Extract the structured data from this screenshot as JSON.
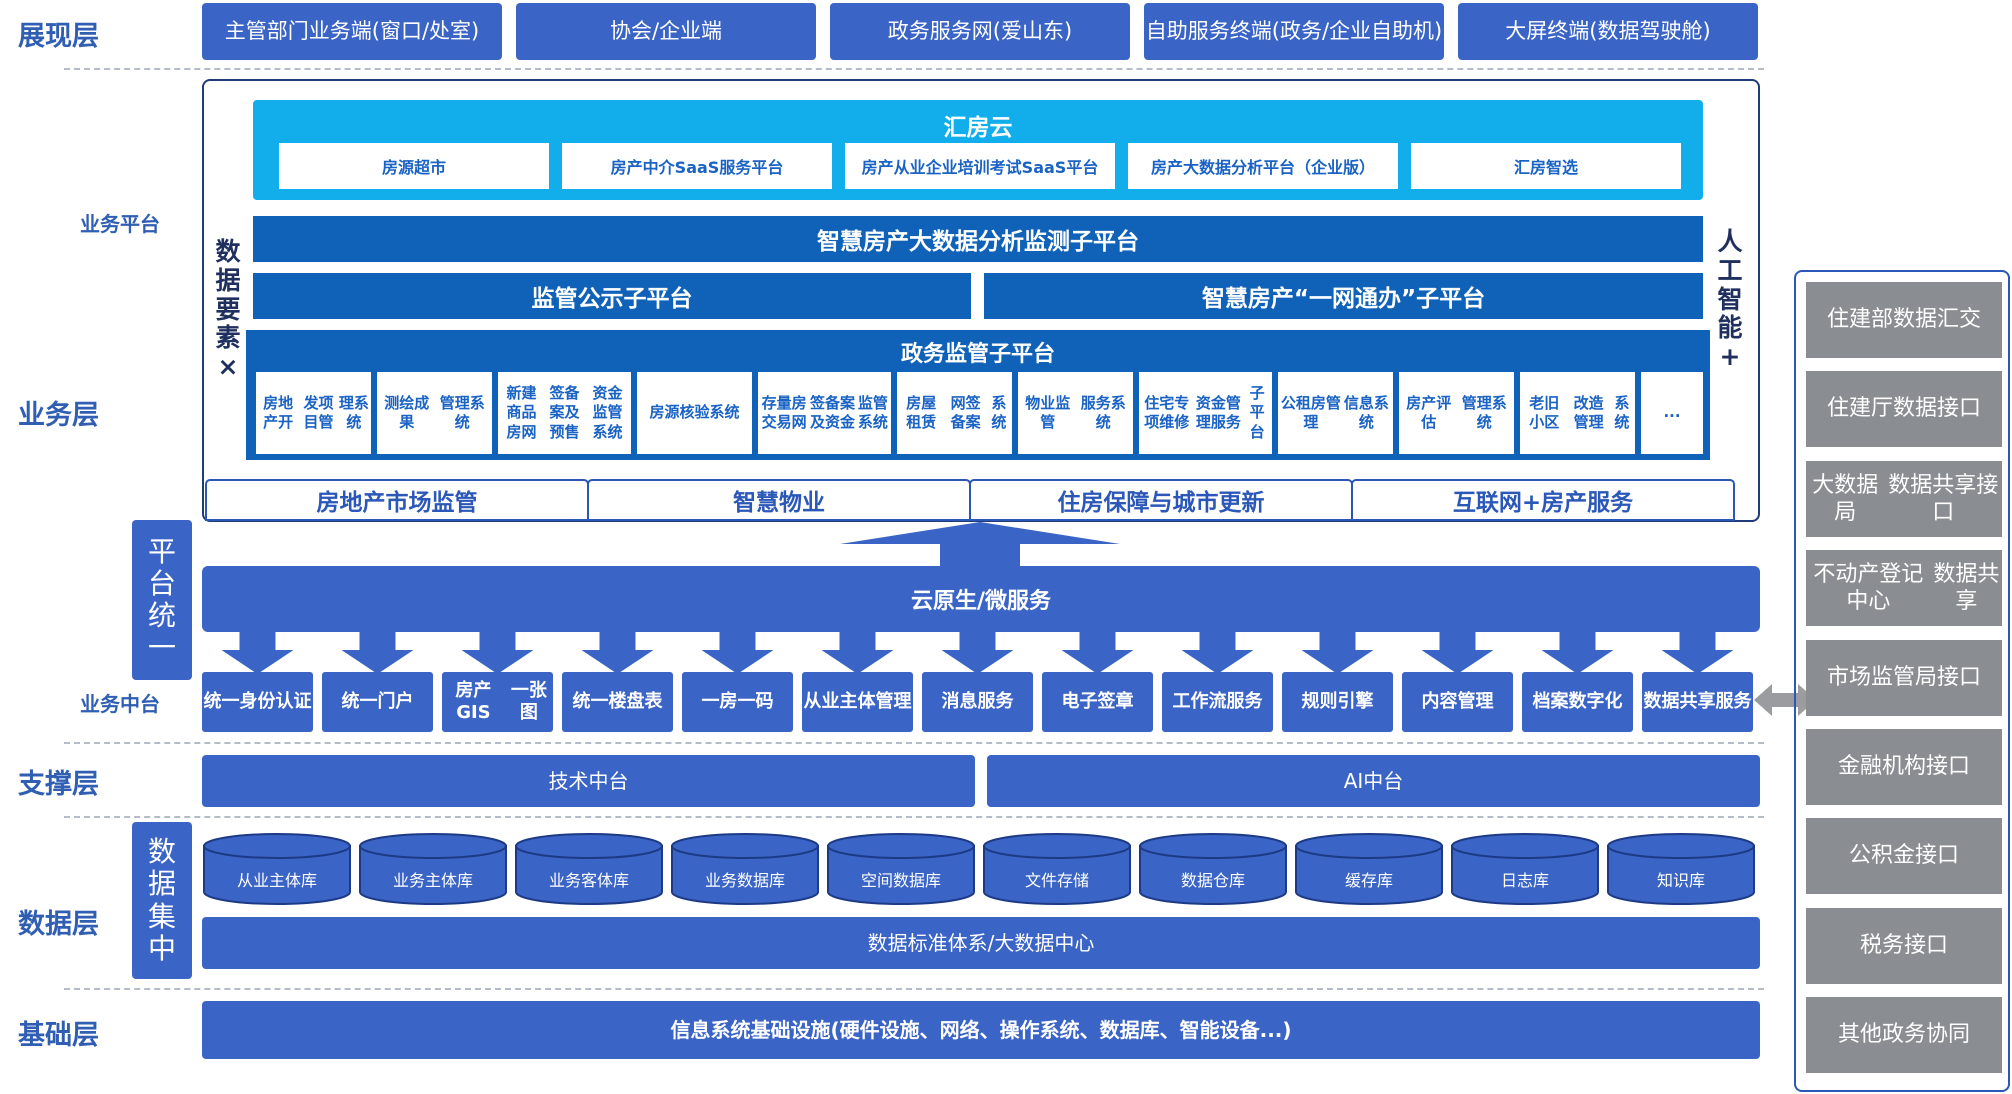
{
  "layers": {
    "presentation": "展现层",
    "business": "业务层",
    "support": "支撑层",
    "data": "数据层",
    "infra": "基础层",
    "business_platform": "业务平台",
    "business_middle": "业务中台"
  },
  "presentation_items": [
    [
      "主管部门业务端",
      "(窗口/处室)"
    ],
    [
      "协会/企业端"
    ],
    [
      "政务服务网",
      "(爱山东)"
    ],
    [
      "自助服务终端",
      "(政务/企业自助机)"
    ],
    [
      "大屏终端",
      "(数据驾驶舱)"
    ]
  ],
  "huifang": {
    "title": "汇房云",
    "items": [
      "房源超市",
      "房产中介SaaS服务平台",
      "房产从业企业培训考试SaaS平台",
      "房产大数据分析平台（企业版）",
      "汇房智选"
    ]
  },
  "side_left": [
    "数",
    "据",
    "要",
    "素",
    "×"
  ],
  "side_right": [
    "人",
    "工",
    "智",
    "能",
    "+"
  ],
  "analysis_platform": "智慧房产大数据分析监测子平台",
  "supervision_public": "监管公示子平台",
  "one_network": "智慧房产“一网通办”子平台",
  "gov_platform": {
    "title": "政务监管子平台",
    "systems": [
      [
        "房地产开",
        "发项目管",
        "理系统"
      ],
      [
        "测绘成果",
        "管理系统"
      ],
      [
        "新建商品房网",
        "签备案及预售",
        "资金监管系统"
      ],
      [
        "房源核验",
        "系统"
      ],
      [
        "存量房交易网",
        "签备案及资金",
        "监管系统"
      ],
      [
        "房屋租赁",
        "网签备案",
        "系统"
      ],
      [
        "物业监管",
        "服务系统"
      ],
      [
        "住宅专项维修",
        "资金管理服务",
        "子平台"
      ],
      [
        "公租房管理",
        "信息系统"
      ],
      [
        "房产评估",
        "管理系统"
      ],
      [
        "老旧小区",
        "改造管理",
        "系统"
      ],
      [
        "..."
      ]
    ]
  },
  "tabs": [
    "房地产市场监管",
    "智慧物业",
    "住房保障与城市更新",
    "互联网+房产服务"
  ],
  "platform_unified": [
    "平",
    "台",
    "统",
    "一"
  ],
  "cloud_native": "云原生/微服务",
  "middle_services": [
    [
      "统一",
      "身份认证"
    ],
    [
      "统一门户"
    ],
    [
      "房产GIS",
      "一张图"
    ],
    [
      "统一",
      "楼盘表"
    ],
    [
      "一房一码"
    ],
    [
      "从业主体",
      "管理"
    ],
    [
      "消息服务"
    ],
    [
      "电子签章"
    ],
    [
      "工作流",
      "服务"
    ],
    [
      "规则引擎"
    ],
    [
      "内容管理"
    ],
    [
      "档案",
      "数字化"
    ],
    [
      "数据共享",
      "服务"
    ]
  ],
  "tech_middle": "技术中台",
  "ai_middle": "AI中台",
  "data_concentrate": [
    "数",
    "据",
    "集",
    "中"
  ],
  "databases": [
    "从业主体库",
    "业务主体库",
    "业务客体库",
    "业务数据库",
    "空间数据库",
    "文件存储",
    "数据仓库",
    "缓存库",
    "日志库",
    "知识库"
  ],
  "data_standard": "数据标准体系/大数据中心",
  "infrastructure": "信息系统基础设施(硬件设施、网络、操作系统、数据库、智能设备...)",
  "external_interfaces": [
    [
      "住建部",
      "数据汇交"
    ],
    [
      "住建厅",
      "数据接口"
    ],
    [
      "大数据局",
      "数据共享接口"
    ],
    [
      "不动产登记中心",
      "数据共享"
    ],
    [
      "市场监管局接口"
    ],
    [
      "金融机构接口"
    ],
    [
      "公积金接口"
    ],
    [
      "税务接口"
    ],
    [
      "其他政务协同"
    ]
  ],
  "colors": {
    "primary": "#3a64c5",
    "dark_blue": "#0f62b7",
    "cyan": "#12adeb",
    "label": "#2f5eb3",
    "gray": "#8a8d91"
  }
}
